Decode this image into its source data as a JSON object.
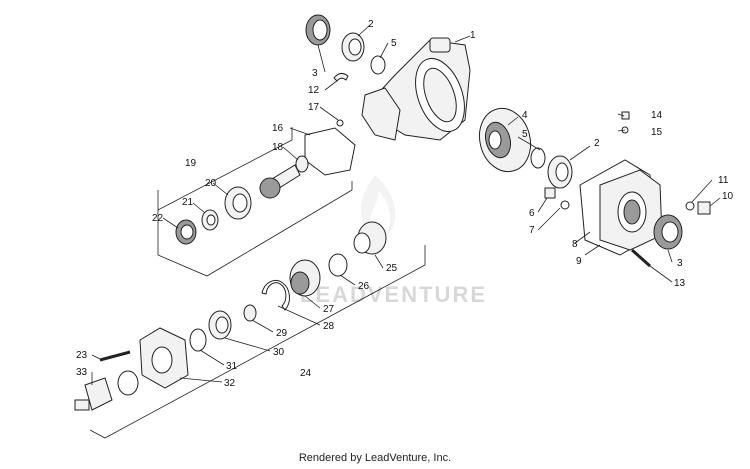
{
  "watermark": "LEADVENTURE",
  "credit": "Rendered by LeadVenture, Inc.",
  "callouts": [
    "1",
    "2",
    "3",
    "4",
    "5",
    "6",
    "7",
    "8",
    "9",
    "10",
    "11",
    "12",
    "13",
    "14",
    "15",
    "16",
    "17",
    "18",
    "19",
    "20",
    "21",
    "22",
    "23",
    "24",
    "25",
    "26",
    "27",
    "28",
    "29",
    "30",
    "31",
    "32",
    "33",
    "2",
    "3",
    "5"
  ]
}
